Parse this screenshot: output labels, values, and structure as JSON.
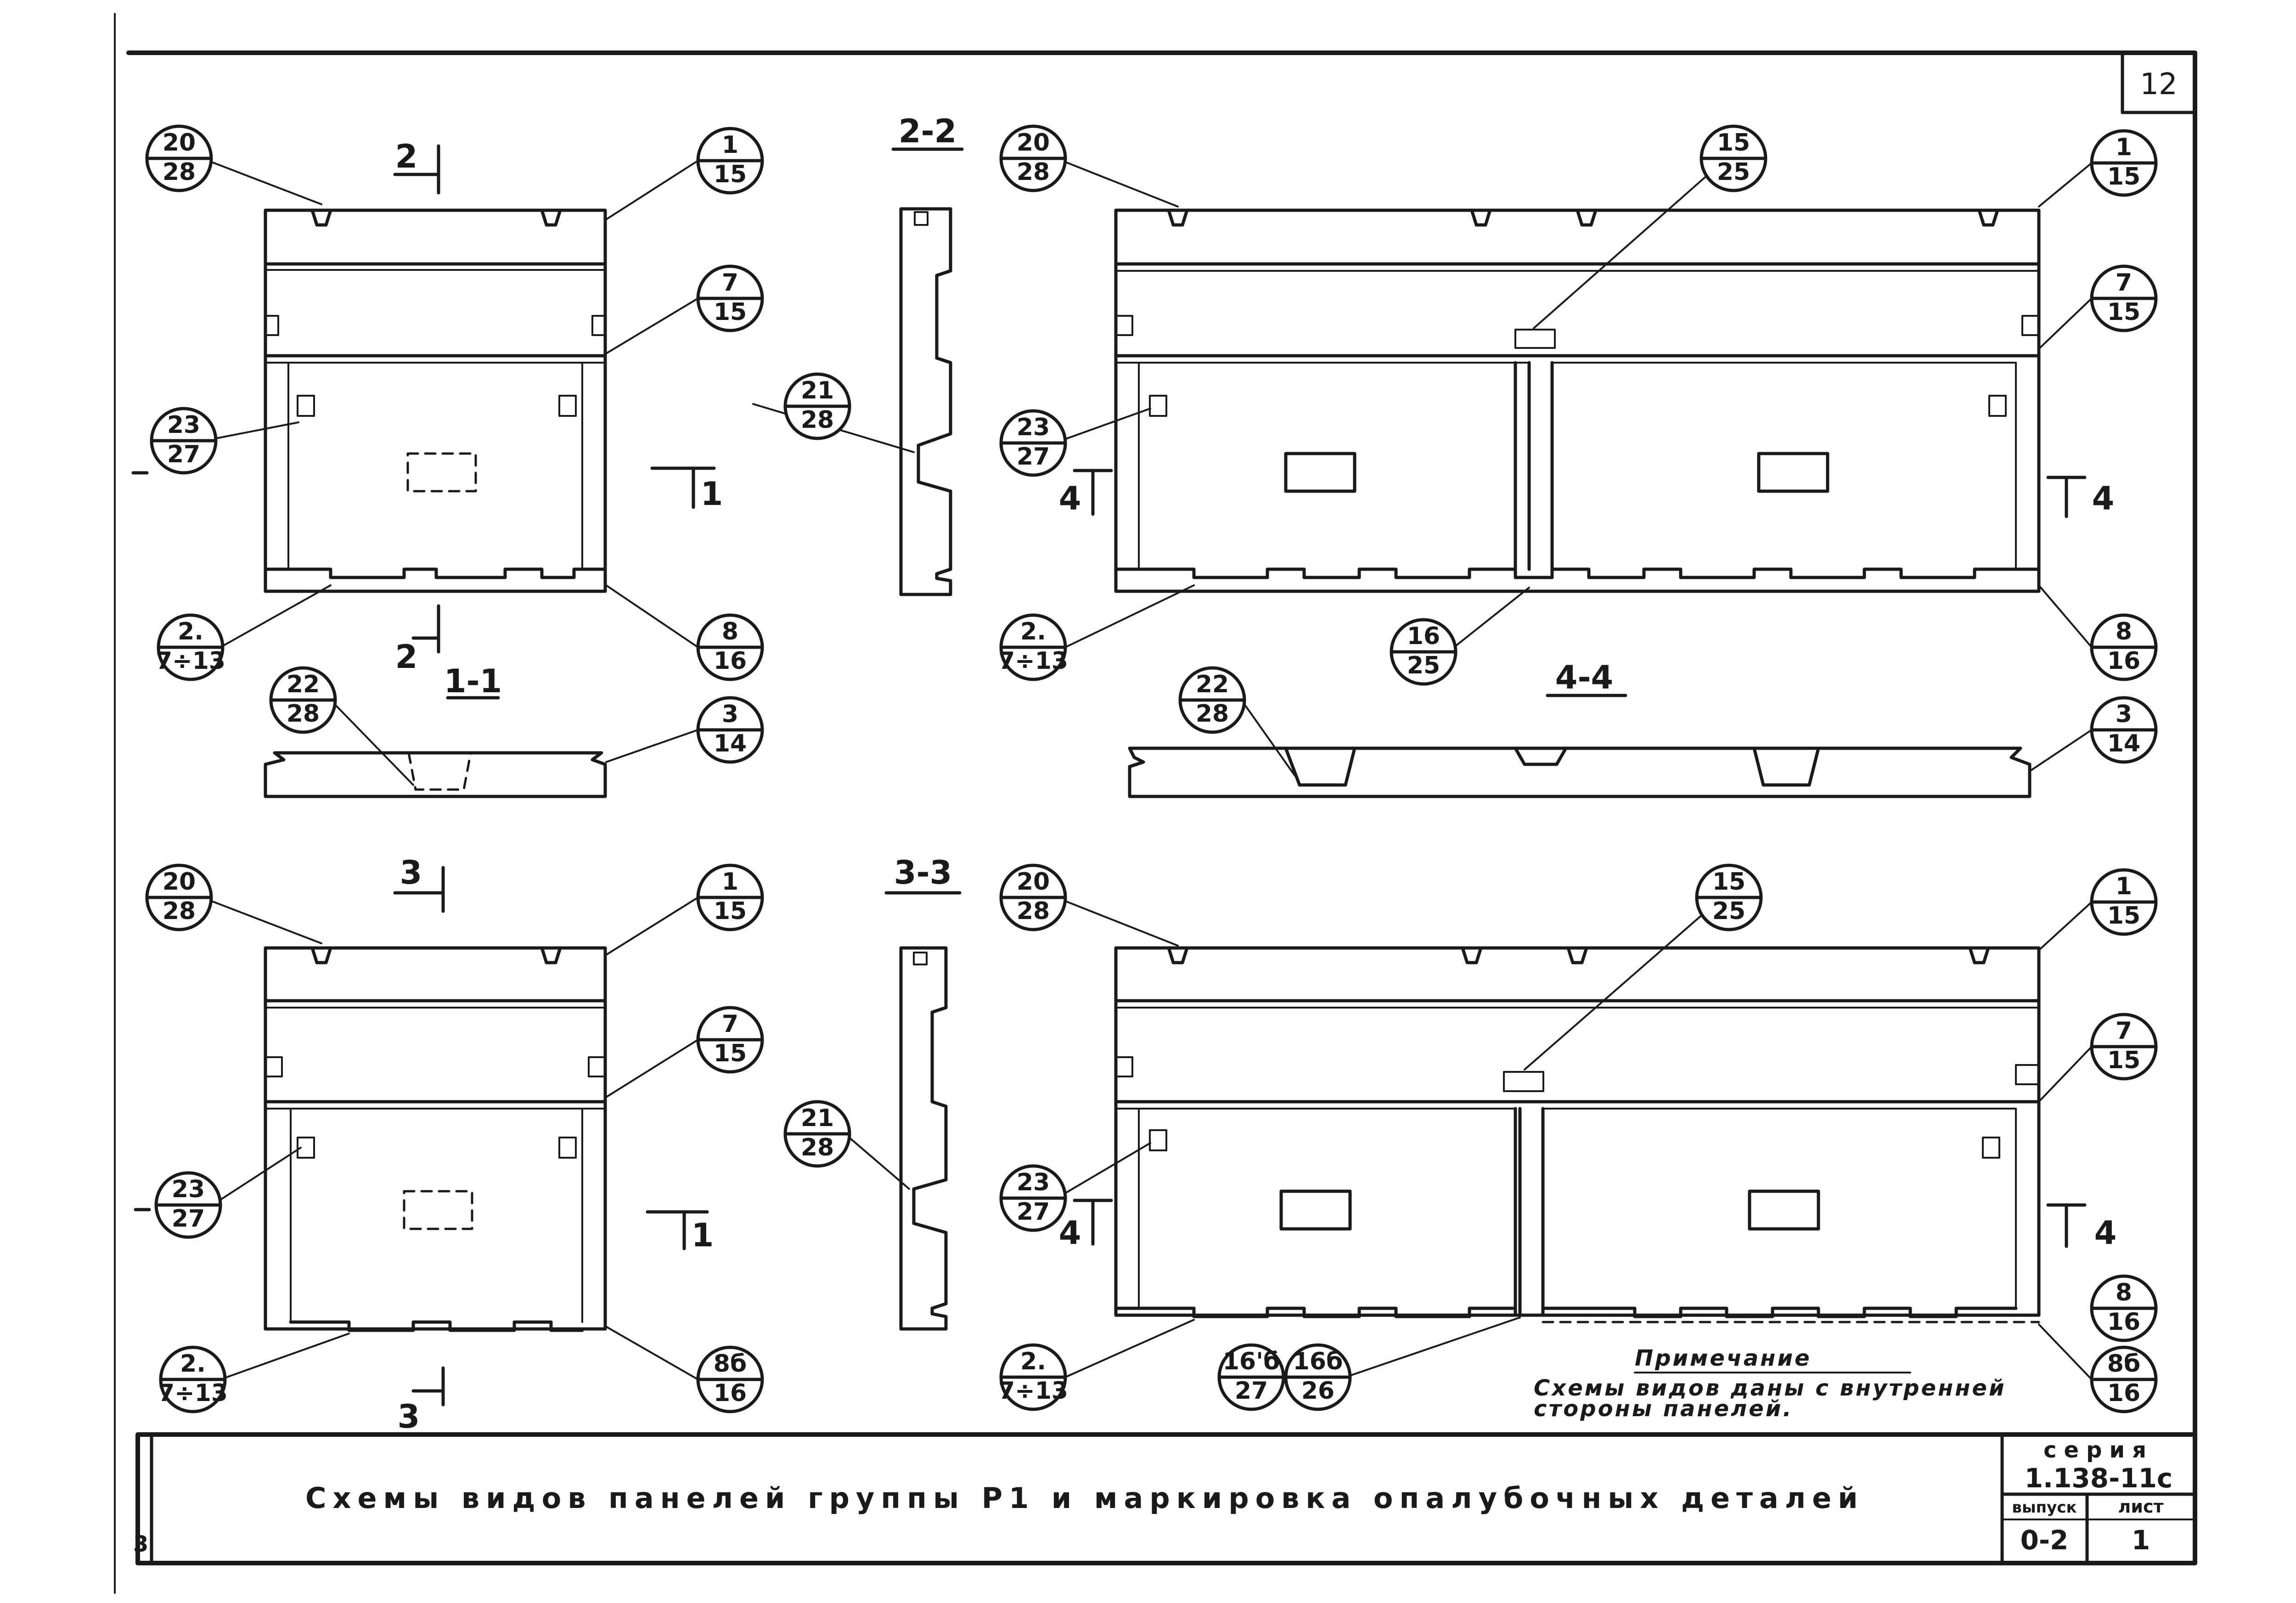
{
  "sheet_number": "12",
  "title_block": {
    "title": "Схемы видов панелей группы Р1 и маркировка опалубочных деталей",
    "series_label": "серия",
    "series_value": "1.138-11с",
    "issue_label": "выпуск",
    "issue_value": "0-2",
    "sheet_label": "лист",
    "sheet_value": "1",
    "left_edge_mark": "3"
  },
  "note": {
    "heading": "Примечание",
    "line1": "Схемы видов даны с внутренней",
    "line2": "стороны панелей."
  },
  "section_labels": {
    "s11": "1-1",
    "s22": "2-2",
    "s33": "3-3",
    "s44": "4-4"
  },
  "cut_marks": {
    "top_left_top": "2",
    "top_left_bottom": "2",
    "top_left_side": "1",
    "top_right_left": "4",
    "top_right_right": "4",
    "bottom_left_top": "3",
    "bottom_left_bottom": "3",
    "bottom_left_side": "1",
    "bottom_right_left": "4",
    "bottom_right_right": "4"
  },
  "callouts": {
    "tl_20_28": {
      "top": "20",
      "bottom": "28"
    },
    "tl_1_15": {
      "top": "1",
      "bottom": "15"
    },
    "tl_7_15": {
      "top": "7",
      "bottom": "15"
    },
    "tl_23_27": {
      "top": "23",
      "bottom": "27"
    },
    "tl_2_713": {
      "top": "2.",
      "bottom": "7÷13"
    },
    "tl_8_16": {
      "top": "8",
      "bottom": "16"
    },
    "tl_22_28": {
      "top": "22",
      "bottom": "28"
    },
    "tl_3_14": {
      "top": "3",
      "bottom": "14"
    },
    "s22_21_28": {
      "top": "21",
      "bottom": "28"
    },
    "tr_20_28": {
      "top": "20",
      "bottom": "28"
    },
    "tr_15_25": {
      "top": "15",
      "bottom": "25"
    },
    "tr_1_15": {
      "top": "1",
      "bottom": "15"
    },
    "tr_7_15": {
      "top": "7",
      "bottom": "15"
    },
    "tr_23_27": {
      "top": "23",
      "bottom": "27"
    },
    "tr_2_713": {
      "top": "2.",
      "bottom": "7÷13"
    },
    "tr_16_25": {
      "top": "16",
      "bottom": "25"
    },
    "tr_8_16": {
      "top": "8",
      "bottom": "16"
    },
    "tr_22_28": {
      "top": "22",
      "bottom": "28"
    },
    "tr_3_14": {
      "top": "3",
      "bottom": "14"
    },
    "bl_20_28": {
      "top": "20",
      "bottom": "28"
    },
    "bl_1_15": {
      "top": "1",
      "bottom": "15"
    },
    "bl_7_15": {
      "top": "7",
      "bottom": "15"
    },
    "bl_23_27": {
      "top": "23",
      "bottom": "27"
    },
    "bl_2_713": {
      "top": "2.",
      "bottom": "7÷13"
    },
    "bl_8b_16": {
      "top": "8б",
      "bottom": "16"
    },
    "s33_21_28": {
      "top": "21",
      "bottom": "28"
    },
    "br_20_28": {
      "top": "20",
      "bottom": "28"
    },
    "br_15_25": {
      "top": "15",
      "bottom": "25"
    },
    "br_1_15": {
      "top": "1",
      "bottom": "15"
    },
    "br_7_15": {
      "top": "7",
      "bottom": "15"
    },
    "br_23_27": {
      "top": "23",
      "bottom": "27"
    },
    "br_2_713": {
      "top": "2.",
      "bottom": "7÷13"
    },
    "br_16b_27": {
      "top": "16'б",
      "bottom": "27"
    },
    "br_16b_26": {
      "top": "16б",
      "bottom": "26"
    },
    "br_8_16": {
      "top": "8",
      "bottom": "16"
    },
    "br_8b_16": {
      "top": "8б",
      "bottom": "16"
    }
  }
}
